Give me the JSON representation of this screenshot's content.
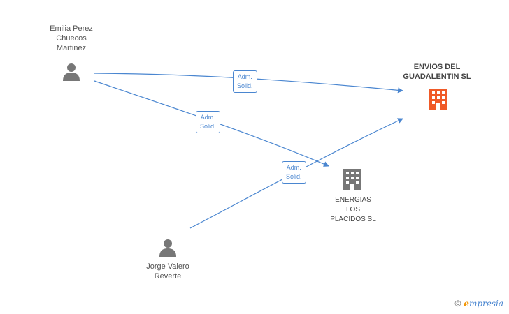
{
  "nodes": {
    "person_1": {
      "name": "Emilia Perez\nChuecos\nMartinez",
      "icon": "person-icon"
    },
    "person_2": {
      "name": "Jorge Valero\nReverte",
      "icon": "person-icon"
    },
    "company_main": {
      "name": "ENVIOS DEL\nGUADALENTIN SL",
      "icon": "building-icon",
      "color": "#f05a28"
    },
    "company_2": {
      "name": "ENERGIAS\nLOS\nPLACIDOS SL",
      "icon": "building-icon",
      "color": "#777777"
    }
  },
  "edges": [
    {
      "from": "person_1",
      "to": "company_main",
      "label": "Adm.\nSolid."
    },
    {
      "from": "person_1",
      "to": "company_2",
      "label": "Adm.\nSolid."
    },
    {
      "from": "person_2",
      "to": "company_main",
      "label": "Adm.\nSolid."
    }
  ],
  "colors": {
    "edge": "#4a86d0",
    "person": "#777777"
  },
  "watermark": {
    "copyright": "©",
    "brand_initial": "e",
    "brand_rest": "mpresia"
  }
}
